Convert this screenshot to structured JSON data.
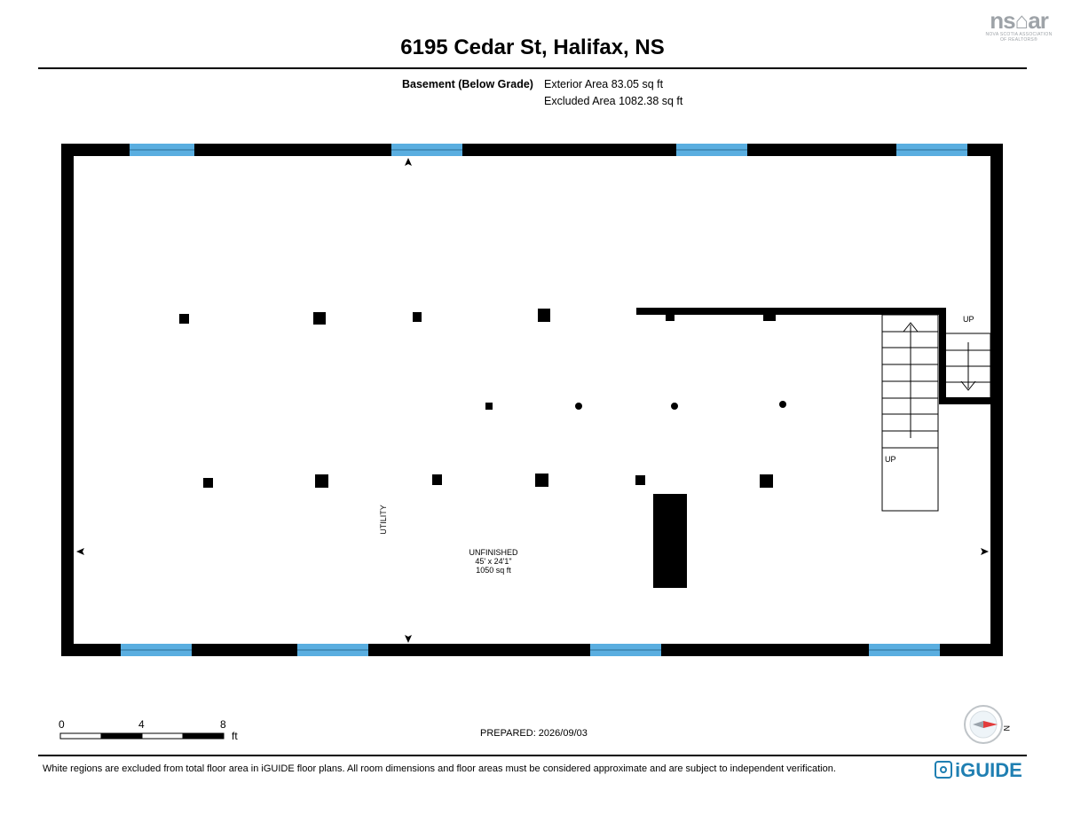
{
  "header": {
    "title": "6195 Cedar St, Halifax, NS",
    "logo_top_right": {
      "text": "ns⌂ar",
      "subtext": "NOVA SCOTIA ASSOCIATION OF REALTORS®"
    }
  },
  "level": {
    "label": "Basement (Below Grade)",
    "exterior_area": "Exterior Area 83.05 sq ft",
    "excluded_area": "Excluded Area 1082.38 sq ft"
  },
  "rooms": {
    "main_name": "UNFINISHED",
    "main_dims": "45' x 24'1\"",
    "main_area": "1050 sq ft",
    "utility": "UTILITY",
    "stairs_up_1": "UP",
    "stairs_up_2": "UP"
  },
  "scale_bar": {
    "tick_0": "0",
    "tick_4": "4",
    "tick_8": "8",
    "unit": "ft"
  },
  "footer": {
    "prepared": "PREPARED: 2026/09/03",
    "disclaimer": "White regions are excluded from total floor area in iGUIDE floor plans. All room dimensions and floor areas must be considered approximate and are subject to independent verification.",
    "brand": "iGUIDE",
    "compass_label": "N"
  },
  "colors": {
    "wall": "#000000",
    "window": "#5aaee0",
    "brand_blue": "#1f7fb2",
    "compass_red": "#e23b3b"
  }
}
